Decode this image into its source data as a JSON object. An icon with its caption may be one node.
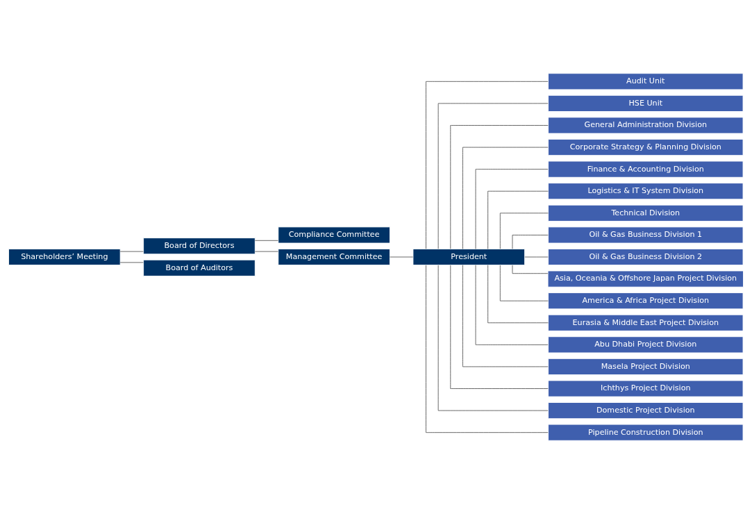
{
  "diagram": {
    "nodes": [
      {
        "text": [
          "Shareholders’ Meeting"
        ]
      },
      {
        "text": [
          "Board of Directors"
        ]
      },
      {
        "text": [
          "Board of Auditors"
        ]
      },
      {
        "text": [
          "Compliance Committee"
        ]
      },
      {
        "text": [
          "Management Committee"
        ]
      },
      {
        "text": [
          "President"
        ]
      },
      {
        "text": [
          "Audit Unit"
        ]
      },
      {
        "text": [
          "HSE Unit"
        ]
      },
      {
        "text": [
          "General Administration Division"
        ]
      },
      {
        "text": [
          "Corporate Strategy & Planning Division"
        ]
      },
      {
        "text": [
          "Finance & Accounting Division"
        ]
      },
      {
        "text": [
          "Logistics & IT System Division"
        ]
      },
      {
        "text": [
          "Technical Division"
        ]
      },
      {
        "text": [
          "Oil & Gas Business Division 1"
        ]
      },
      {
        "text": [
          "Oil & Gas Business Division 2"
        ]
      },
      {
        "text": [
          "Asia, Oceania & Offshore Japan Project Division"
        ]
      },
      {
        "text": [
          "America & Africa Project Division"
        ]
      },
      {
        "text": [
          "Eurasia & Middle East Project Division"
        ]
      },
      {
        "text": [
          "Abu Dhabi Project Division"
        ]
      },
      {
        "text": [
          "Masela Project Division"
        ]
      },
      {
        "text": [
          "Ichthys Project Division"
        ]
      },
      {
        "text": [
          "Domestic Project Division"
        ]
      },
      {
        "text": [
          "Pipeline Construction Division"
        ]
      }
    ],
    "edges": [
      {
        "from": 0,
        "to": 1,
        "arrow": "none"
      },
      {
        "from": 0,
        "to": 2,
        "arrow": "none"
      },
      {
        "from": 1,
        "to": 3,
        "arrow": "none"
      },
      {
        "from": 1,
        "to": 4,
        "arrow": "none"
      },
      {
        "from": 4,
        "to": 5,
        "arrow": "none"
      },
      {
        "from": 5,
        "to": 6,
        "arrow": "none"
      },
      {
        "from": 5,
        "to": 7,
        "arrow": "none"
      },
      {
        "from": 5,
        "to": 8,
        "arrow": "none"
      },
      {
        "from": 5,
        "to": 9,
        "arrow": "none"
      },
      {
        "from": 5,
        "to": 10,
        "arrow": "none"
      },
      {
        "from": 5,
        "to": 11,
        "arrow": "none"
      },
      {
        "from": 5,
        "to": 12,
        "arrow": "none"
      },
      {
        "from": 5,
        "to": 13,
        "arrow": "none"
      },
      {
        "from": 5,
        "to": 14,
        "arrow": "none"
      },
      {
        "from": 5,
        "to": 15,
        "arrow": "none"
      },
      {
        "from": 5,
        "to": 16,
        "arrow": "none"
      },
      {
        "from": 5,
        "to": 17,
        "arrow": "none"
      },
      {
        "from": 5,
        "to": 18,
        "arrow": "none"
      },
      {
        "from": 5,
        "to": 19,
        "arrow": "none"
      },
      {
        "from": 5,
        "to": 20,
        "arrow": "none"
      },
      {
        "from": 5,
        "to": 21,
        "arrow": "none"
      },
      {
        "from": 5,
        "to": 22,
        "arrow": "none"
      }
    ]
  }
}
